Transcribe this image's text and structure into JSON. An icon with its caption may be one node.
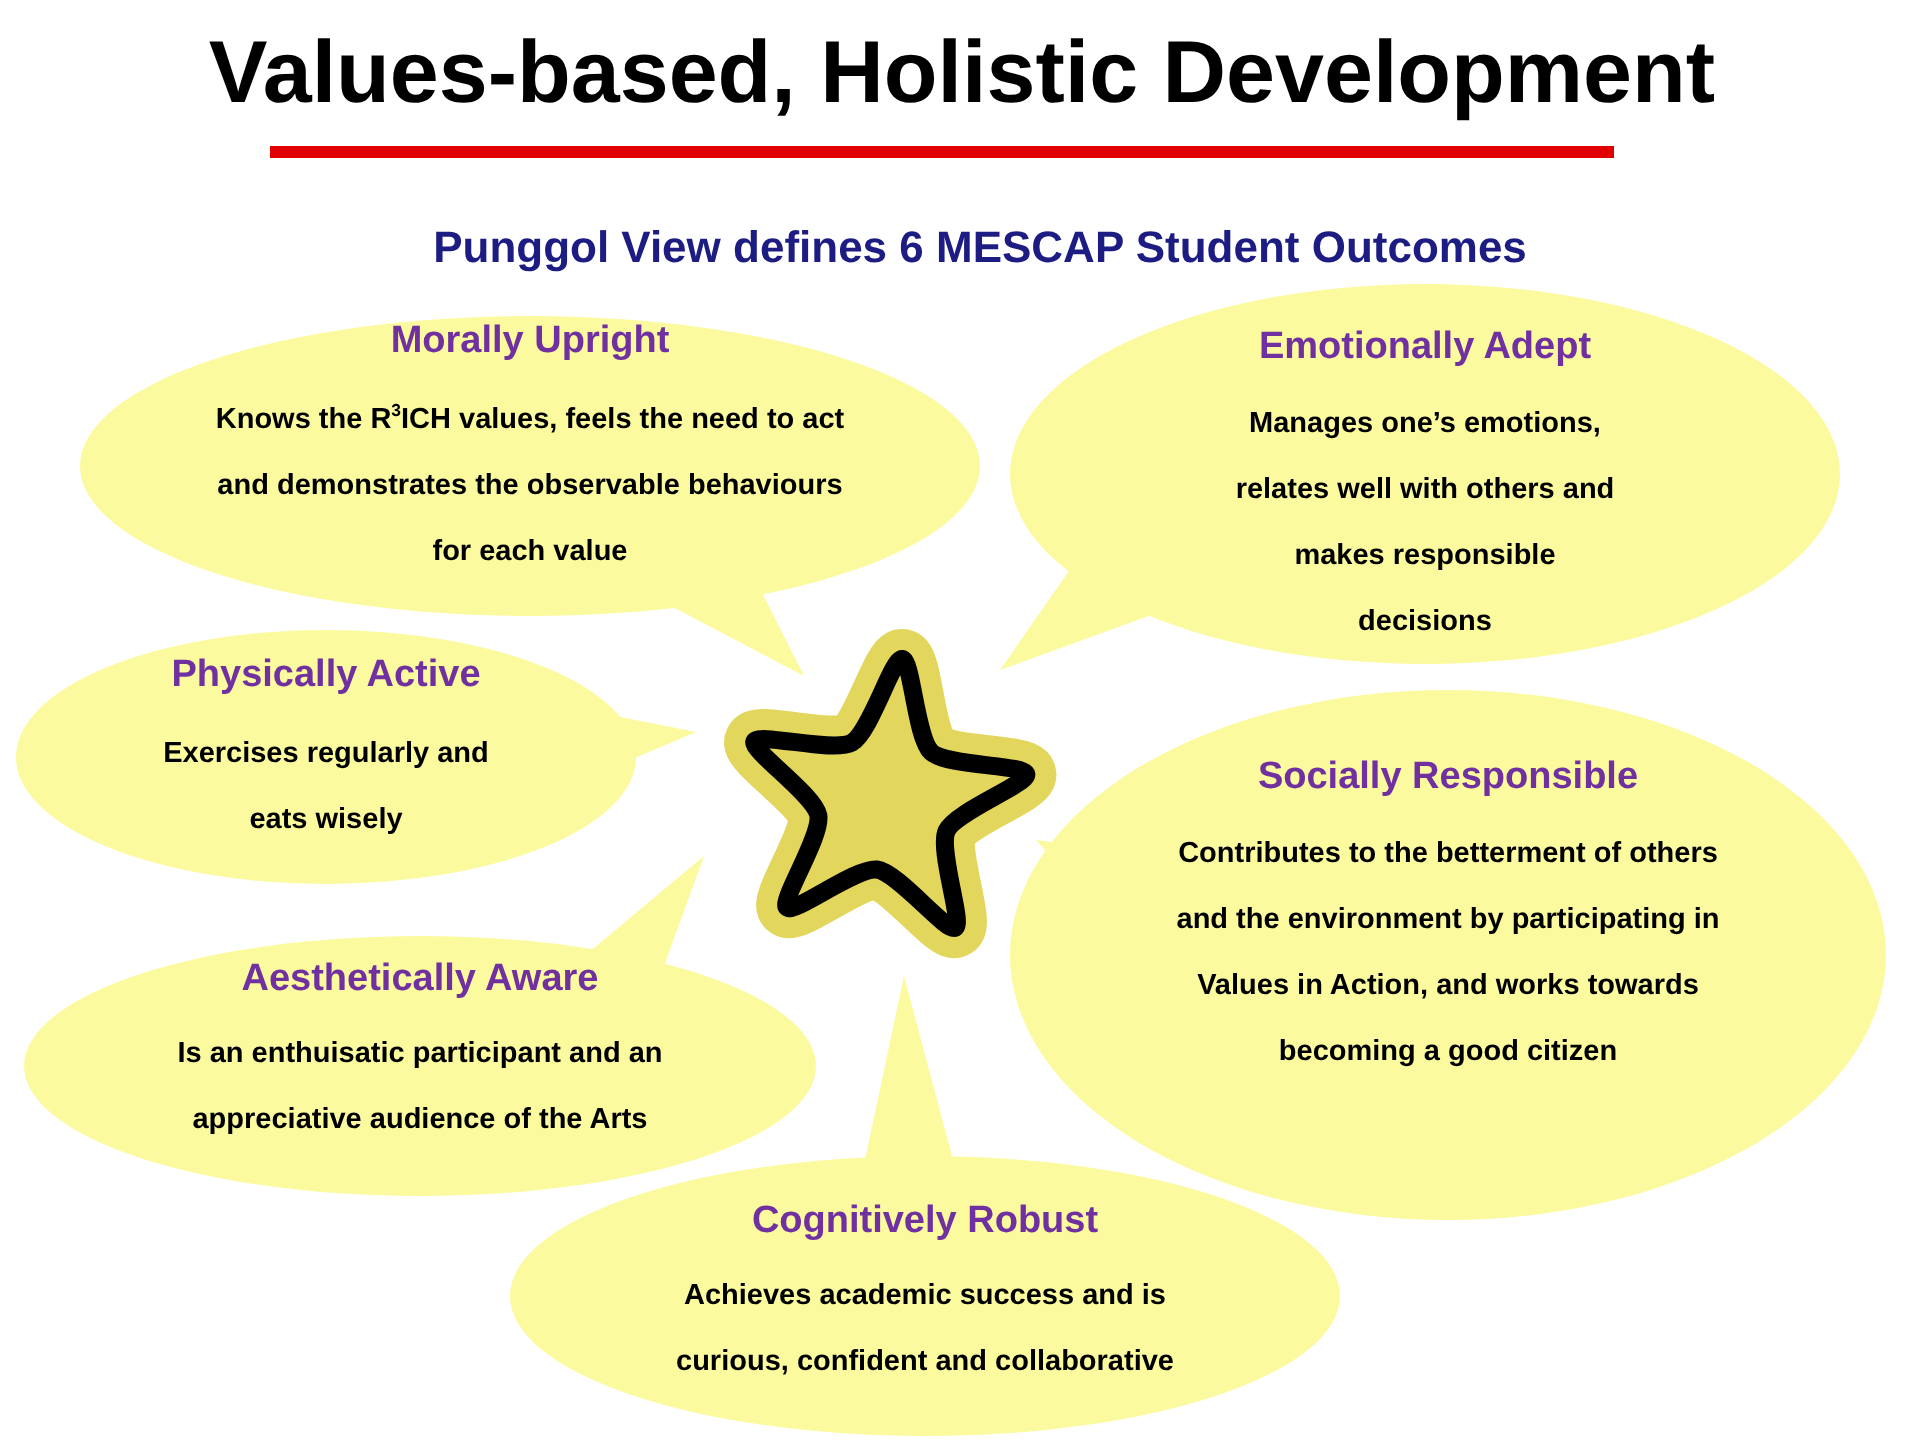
{
  "diagram": {
    "title": "Values-based, Holistic Development",
    "nodes": [
      {
        "text": [
          "Morally Upright",
          "Knows the R$^{3}$ICH values, feels the need to act and demonstrates the observable behaviours for each value"
        ]
      },
      {
        "text": [
          "Emotionally Adept",
          "Manages one’s emotions, relates well with others and makes responsible decisions"
        ]
      },
      {
        "text": [
          "Physically Active",
          "Exercises regularly and eats wisely"
        ]
      },
      {
        "text": [],
        "shape": "star"
      },
      {
        "text": [
          "Socially Responsible",
          "Contributes to the betterment of others and the environment by participating in Values in Action, and works towards becoming a good citizen"
        ]
      },
      {
        "text": [
          "Aesthetically Aware",
          "Is an enthuisatic participant and an appreciative audience of the Arts"
        ]
      },
      {
        "text": [
          "Cognitively Robust",
          "Achieves academic success and is curious, confident and collaborative"
        ]
      }
    ],
    "labels": [
      "Punggol View defines 6 MESCAP Student Outcomes"
    ]
  }
}
